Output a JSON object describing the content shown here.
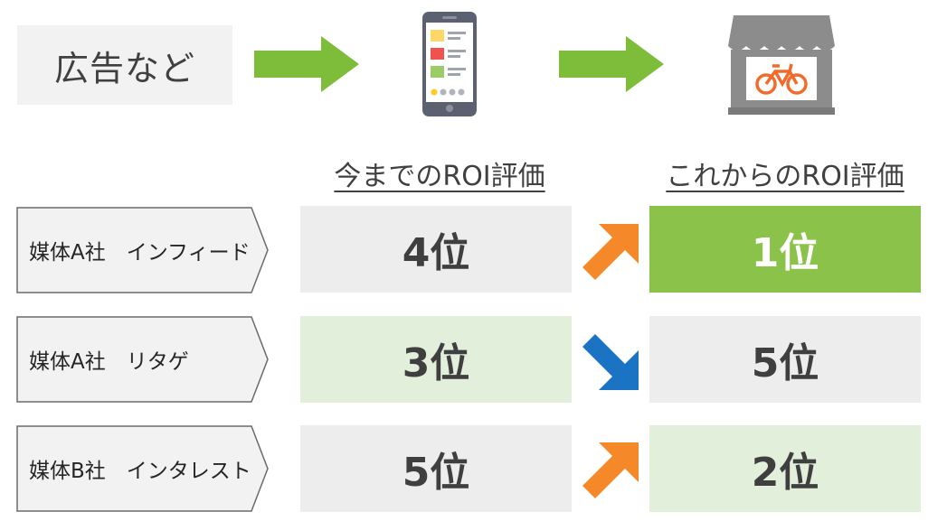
{
  "flow": {
    "source_label": "広告など",
    "arrow_color": "#7dbd3a",
    "device_icon": "smartphone-icon",
    "store_icon": "bicycle-shop-icon"
  },
  "headers": {
    "current": "今までのROI評価",
    "future": "これからのROI評価"
  },
  "rows": [
    {
      "media": "媒体A社　インフィード",
      "current_rank": "4位",
      "future_rank": "1位",
      "change": "up"
    },
    {
      "media": "媒体A社　リタゲ",
      "current_rank": "3位",
      "future_rank": "5位",
      "change": "down"
    },
    {
      "media": "媒体B社　インタレスト",
      "current_rank": "5位",
      "future_rank": "2位",
      "change": "up"
    }
  ],
  "colors": {
    "up_arrow": "#f5892a",
    "down_arrow": "#1b73c4",
    "highlight_green": "#8bc34a",
    "light_green": "#e2efda",
    "grey": "#ededed"
  }
}
